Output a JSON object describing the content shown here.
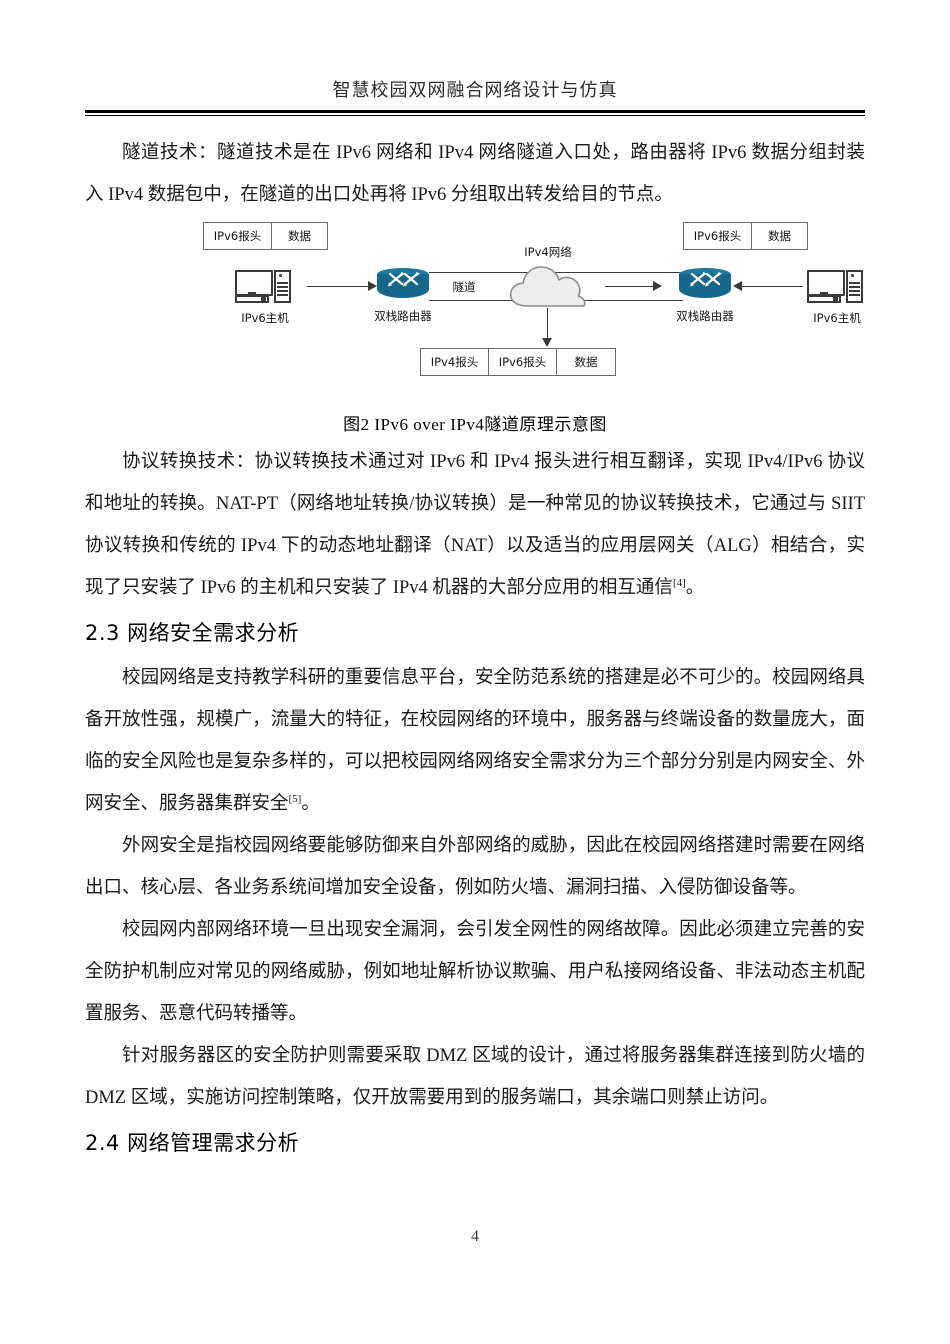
{
  "header": {
    "title": "智慧校园双网融合网络设计与仿真"
  },
  "paragraphs": {
    "tunnel_tech": "隧道技术：隧道技术是在 IPv6 网络和 IPv4 网络隧道入口处，路由器将 IPv6 数据分组封装入 IPv4 数据包中，在隧道的出口处再将 IPv6 分组取出转发给目的节点。",
    "protocol_translation_a": "协议转换技术：协议转换技术通过对 IPv6 和 IPv4 报头进行相互翻译，实现 IPv4/IPv6 协议和地址的转换。NAT-PT（网络地址转换/协议转换）是一种常见的协议转换技术，它通过与 SIIT 协议转换和传统的 IPv4 下的动态地址翻译（NAT）以及适当的应用层网关（ALG）相结合，实现了只安装了 IPv6 的主机和只安装了 IPv4 机器的大部分应用的相互通信",
    "protocol_translation_ref": "[4]",
    "protocol_translation_b": "。",
    "campus_security_a": "校园网络是支持教学科研的重要信息平台，安全防范系统的搭建是必不可少的。校园网络具备开放性强，规模广，流量大的特征，在校园网络的环境中，服务器与终端设备的数量庞大，面临的安全风险也是复杂多样的，可以把校园网络网络安全需求分为三个部分分别是内网安全、外网安全、服务器集群安全",
    "campus_security_ref": "[5]",
    "campus_security_b": "。",
    "external_security": "外网安全是指校园网络要能够防御来自外部网络的威胁，因此在校园网络搭建时需要在网络出口、核心层、各业务系统间增加安全设备，例如防火墙、漏洞扫描、入侵防御设备等。",
    "internal_security": "校园网内部网络环境一旦出现安全漏洞，会引发全网性的网络故障。因此必须建立完善的安全防护机制应对常见的网络威胁，例如地址解析协议欺骗、用户私接网络设备、非法动态主机配置服务、恶意代码转播等。",
    "dmz_security": "针对服务器区的安全防护则需要采取 DMZ 区域的设计，通过将服务器集群连接到防火墙的 DMZ 区域，实施访问控制策略，仅开放需要用到的服务端口，其余端口则禁止访问。"
  },
  "sections": {
    "security_requirements": "2.3 网络安全需求分析",
    "management_requirements": "2.4 网络管理需求分析"
  },
  "figure": {
    "caption": "图2 IPv6 over  IPv4隧道原理示意图",
    "left_packet": [
      "IPv6报头",
      "数据"
    ],
    "right_packet": [
      "IPv6报头",
      "数据"
    ],
    "bottom_packet": [
      "IPv4报头",
      "IPv6报头",
      "数据"
    ],
    "left_host_label": "IPv6主机",
    "right_host_label": "IPv6主机",
    "left_router_label": "双栈路由器",
    "right_router_label": "双栈路由器",
    "tunnel_label": "隧道",
    "cloud_label": "IPv4网络",
    "colors": {
      "router": "#15688c",
      "router_top": "#1d79a0",
      "line": "#3a3a3a",
      "cloud_fill": "#ececec",
      "cloud_stroke": "#8d8d8d"
    }
  },
  "footer": {
    "page_number": "4"
  }
}
